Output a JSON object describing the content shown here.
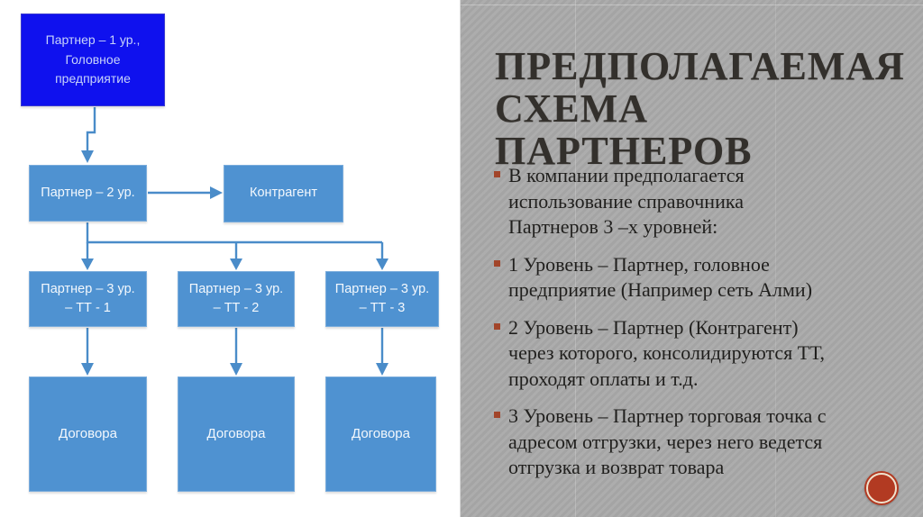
{
  "slide": {
    "title": "ПРЕДПОЛАГАЕМАЯ\nСХЕМА ПАРТНЕРОВ",
    "bullets": [
      {
        "text": "В компании предполагается\nиспользование справочника\nПартнеров 3 –х уровней:"
      },
      {
        "text": "1 Уровень – Партнер, головное\nпредприятие (Например сеть Алми)"
      },
      {
        "text": "2 Уровень – Партнер (Контрагент)\nчерез которого, консолидируются ТТ,\nпроходят оплаты и т.д."
      },
      {
        "text": "3 Уровень – Партнер торговая точка с\nадресом отгрузки, через него ведется\nотгрузка и возврат товара"
      }
    ]
  },
  "diagram": {
    "nodes": [
      {
        "id": "partner-level-1",
        "label": "Партнер – 1 ур.,\nГоловное\nпредприятие"
      },
      {
        "id": "partner-level-2",
        "label": "Партнер – 2 ур."
      },
      {
        "id": "counterparty",
        "label": "Контрагент"
      },
      {
        "id": "partner-level-3-tt1",
        "label": "Партнер – 3 ур.\n– ТТ - 1"
      },
      {
        "id": "partner-level-3-tt2",
        "label": "Партнер – 3 ур.\n– ТТ - 2"
      },
      {
        "id": "partner-level-3-tt3",
        "label": "Партнер – 3 ур.\n– ТТ - 3"
      },
      {
        "id": "contracts-1",
        "label": "Договора"
      },
      {
        "id": "contracts-2",
        "label": "Договора"
      },
      {
        "id": "contracts-3",
        "label": "Договора"
      }
    ]
  },
  "icons": {
    "seal": "red-wax-seal-icon"
  },
  "colors": {
    "level1_box": "#0f11ee",
    "flow_box": "#4f92d1",
    "arrow": "#4a8cc9",
    "panel_background": "#a9a9a9",
    "bullet_marker": "#a2452a",
    "title_text": "#33302c",
    "body_text": "#201f1d",
    "seal_red": "#b23a22",
    "seal_ring": "#efe3cf"
  }
}
